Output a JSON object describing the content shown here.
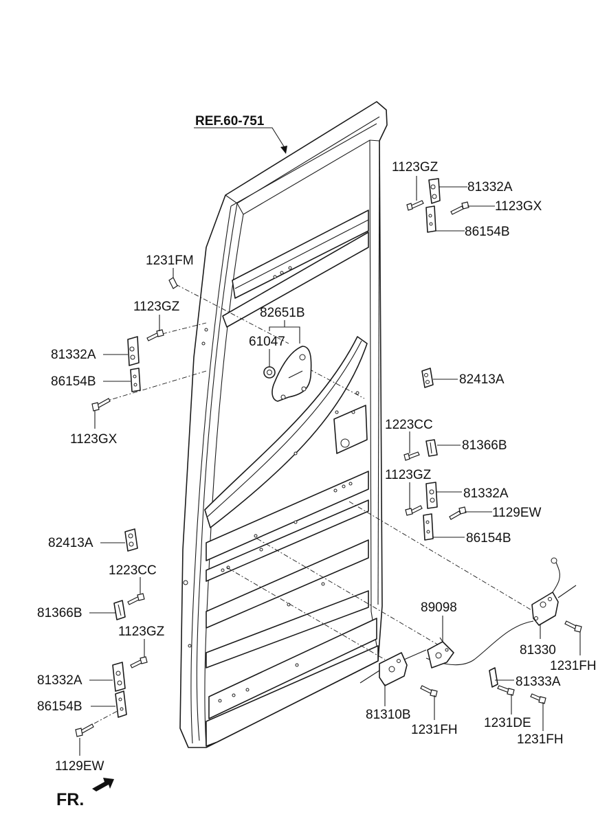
{
  "reference": "REF.60-751",
  "direction": "FR.",
  "labels": {
    "l_1123GZ_a": "1123GZ",
    "l_81332A_a": "81332A",
    "l_1123GX_a": "1123GX",
    "l_86154B_a": "86154B",
    "l_1231FM": "1231FM",
    "l_1123GZ_b": "1123GZ",
    "l_82651B": "82651B",
    "l_61047": "61047",
    "l_81332A_b": "81332A",
    "l_86154B_b": "86154B",
    "l_1123GX_b": "1123GX",
    "l_82413A_a": "82413A",
    "l_1223CC_a": "1223CC",
    "l_81366B_a": "81366B",
    "l_1123GZ_c": "1123GZ",
    "l_81332A_c": "81332A",
    "l_1129EW_a": "1129EW",
    "l_86154B_c": "86154B",
    "l_82413A_b": "82413A",
    "l_1223CC_b": "1223CC",
    "l_81366B_b": "81366B",
    "l_1123GZ_d": "1123GZ",
    "l_81332A_d": "81332A",
    "l_86154B_d": "86154B",
    "l_1129EW_b": "1129EW",
    "l_89098": "89098",
    "l_81330": "81330",
    "l_1231FH_a": "1231FH",
    "l_81333A": "81333A",
    "l_81310B": "81310B",
    "l_1231FH_b": "1231FH",
    "l_1231DE": "1231DE",
    "l_1231FH_c": "1231FH"
  }
}
